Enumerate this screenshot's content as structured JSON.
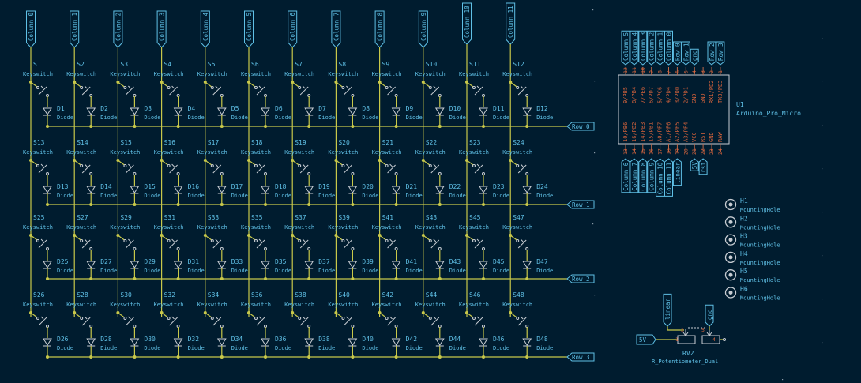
{
  "columns": [
    "Column 0",
    "Column 1",
    "Column 2",
    "Column 3",
    "Column 4",
    "Column 5",
    "Column 6",
    "Column 7",
    "Column 8",
    "Column 9",
    "Column 10",
    "Column 11"
  ],
  "rows": [
    "Row 0",
    "Row 1",
    "Row 2",
    "Row 3"
  ],
  "switch_value": "Keyswitch",
  "diode_value": "Diode",
  "switch_refs": [
    [
      "S1",
      "S2",
      "S3",
      "S4",
      "S5",
      "S6",
      "S7",
      "S8",
      "S9",
      "S10",
      "S11",
      "S12"
    ],
    [
      "S13",
      "S14",
      "S15",
      "S16",
      "S17",
      "S18",
      "S19",
      "S20",
      "S21",
      "S22",
      "S23",
      "S24"
    ],
    [
      "S25",
      "S27",
      "S29",
      "S31",
      "S33",
      "S35",
      "S37",
      "S39",
      "S41",
      "S43",
      "S45",
      "S47"
    ],
    [
      "S26",
      "S28",
      "S30",
      "S32",
      "S34",
      "S36",
      "S38",
      "S40",
      "S42",
      "S44",
      "S46",
      "S48"
    ]
  ],
  "diode_refs": [
    [
      "D1",
      "D2",
      "D3",
      "D4",
      "D5",
      "D6",
      "D7",
      "D8",
      "D9",
      "D10",
      "D11",
      "D12"
    ],
    [
      "D13",
      "D14",
      "D15",
      "D16",
      "D17",
      "D18",
      "D19",
      "D20",
      "D21",
      "D22",
      "D23",
      "D24"
    ],
    [
      "D25",
      "D27",
      "D29",
      "D31",
      "D33",
      "D35",
      "D37",
      "D39",
      "D41",
      "D43",
      "D45",
      "D47"
    ],
    [
      "D26",
      "D28",
      "D30",
      "D32",
      "D34",
      "D36",
      "D38",
      "D40",
      "D42",
      "D44",
      "D46",
      "D48"
    ]
  ],
  "mcu": {
    "ref": "U1",
    "value": "Arduino_Pro_Micro",
    "top_pins": [
      {
        "num": "12",
        "name": "9/PB5",
        "label": "Column 5"
      },
      {
        "num": "11",
        "name": "8/PB4",
        "label": "Column 4"
      },
      {
        "num": "10",
        "name": "7/PE6",
        "label": "Column 3"
      },
      {
        "num": "9",
        "name": "6/PD7",
        "label": "Column 2"
      },
      {
        "num": "8",
        "name": "5/PC6",
        "label": "Column 1"
      },
      {
        "num": "7",
        "name": "4/PD4",
        "label": "Column 0"
      },
      {
        "num": "6",
        "name": "3/PD0",
        "label": "Row 0"
      },
      {
        "num": "5",
        "name": "2/PD1",
        "label": "Row 1"
      },
      {
        "num": "4",
        "name": "GND",
        "label": "gnd"
      },
      {
        "num": "3",
        "name": "GND",
        "label": ""
      },
      {
        "num": "2",
        "name": "RX1/PD2",
        "label": "Row 2"
      },
      {
        "num": "1",
        "name": "TX0/PD3",
        "label": "Row 3"
      }
    ],
    "bottom_pins": [
      {
        "num": "13",
        "name": "10/PB6",
        "label": "Column 6"
      },
      {
        "num": "14",
        "name": "16/PB2",
        "label": "Column 7"
      },
      {
        "num": "15",
        "name": "14/PB3",
        "label": "Column 8"
      },
      {
        "num": "16",
        "name": "15/PB1",
        "label": "Column 9"
      },
      {
        "num": "17",
        "name": "A0/PF7",
        "label": "Column 10"
      },
      {
        "num": "18",
        "name": "A1/PF6",
        "label": "Column 11"
      },
      {
        "num": "19",
        "name": "A2/PF5",
        "label": "linear"
      },
      {
        "num": "20",
        "name": "A3/PF4",
        "label": ""
      },
      {
        "num": "21",
        "name": "VCC",
        "label": "5V"
      },
      {
        "num": "22",
        "name": "RST",
        "label": "rst"
      },
      {
        "num": "23",
        "name": "GND",
        "label": ""
      },
      {
        "num": "24",
        "name": "RAW",
        "label": ""
      }
    ]
  },
  "mounting_holes": [
    {
      "ref": "H1",
      "value": "MountingHole"
    },
    {
      "ref": "H2",
      "value": "MountingHole"
    },
    {
      "ref": "H3",
      "value": "MountingHole"
    },
    {
      "ref": "H4",
      "value": "MountingHole"
    },
    {
      "ref": "H5",
      "value": "MountingHole"
    },
    {
      "ref": "H6",
      "value": "MountingHole"
    }
  ],
  "pot": {
    "ref": "RV2",
    "value": "R_Potentiometer_Dual",
    "labels": {
      "wiper": "linear",
      "gnd": "gnd",
      "vcc": "5V"
    },
    "pin_nums": [
      "2",
      "1",
      "5",
      "4"
    ]
  }
}
